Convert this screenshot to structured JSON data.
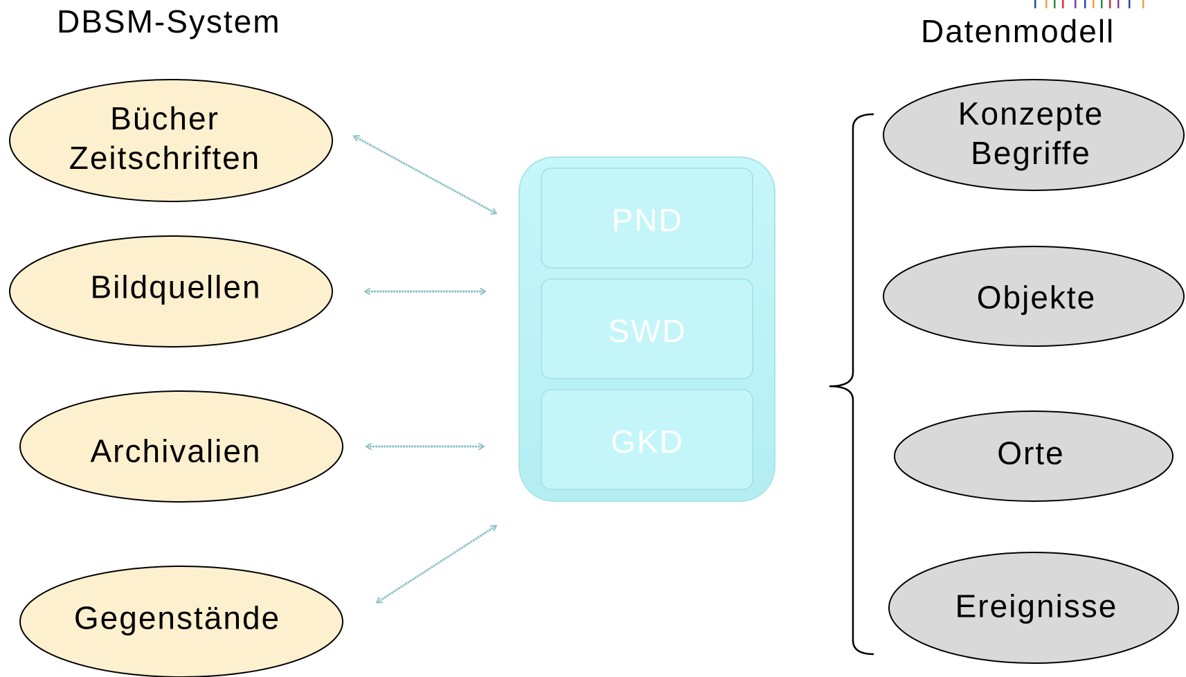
{
  "left_title": "DBSM-System",
  "right_title": "Datenmodell",
  "sources": [
    {
      "lines": [
        "Bücher",
        "Zeitschriften"
      ]
    },
    {
      "lines": [
        "Bildquellen"
      ]
    },
    {
      "lines": [
        "Archivalien"
      ]
    },
    {
      "lines": [
        "Gegenstände"
      ]
    }
  ],
  "databases": [
    "PND",
    "SWD",
    "GKD"
  ],
  "model_entities": [
    {
      "lines": [
        "Konzepte",
        "Begriffe"
      ]
    },
    {
      "lines": [
        "Objekte"
      ]
    },
    {
      "lines": [
        "Orte"
      ]
    },
    {
      "lines": [
        "Ereignisse"
      ]
    }
  ],
  "colors": {
    "source_fill": "#fdf0cf",
    "entity_fill": "#d9d9d9",
    "db_fill": "#bdf3f6",
    "db_slot": "#c9f9fb",
    "arrow": "#8ec3c8",
    "logo_bars": [
      "#1f4fa3",
      "#f1a13a",
      "#2d8a3e",
      "#d8332f",
      "#7f3f98"
    ]
  }
}
